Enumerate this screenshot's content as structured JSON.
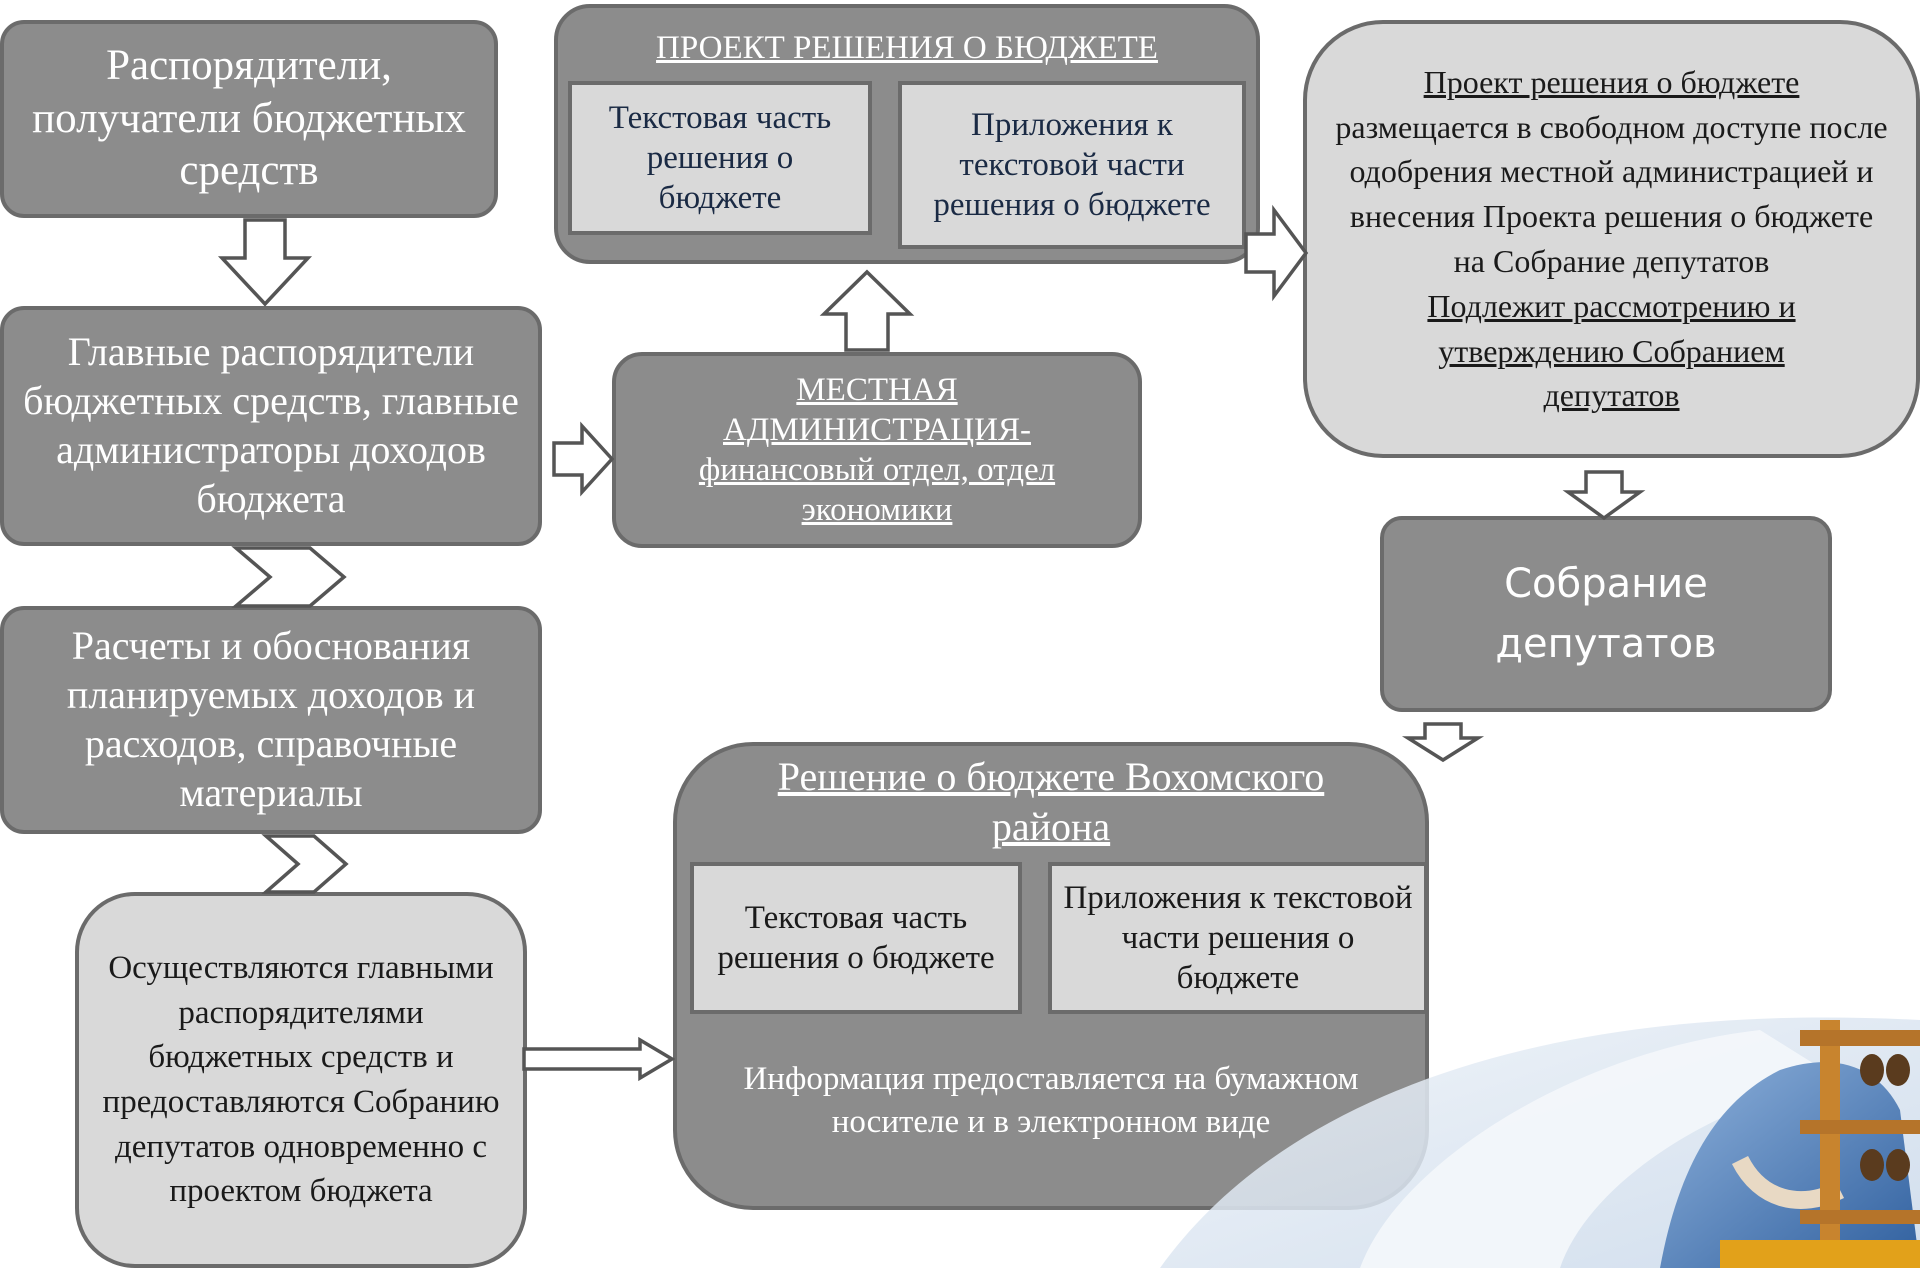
{
  "nodes": {
    "recipients": "Распорядители, получатели бюджетных средств",
    "chief_managers": "Главные распорядители бюджетных средств, главные администраторы доходов бюджета",
    "calculations": "Расчеты и обоснования планируемых доходов и расходов, справочные материалы",
    "carried_out": "Осуществляются главными распорядителями бюджетных средств и предоставляются Собранию депутатов одновременно с проектом бюджета",
    "administration": "МЕСТНАЯ АДМИНИСТРАЦИЯ-финансовый отдел, отдел экономики",
    "draft": {
      "title": "ПРОЕКТ РЕШЕНИЯ О БЮДЖЕТЕ",
      "text_part": "Текстовая часть решения о бюджете",
      "appendices": "Приложения к текстовой части решения о бюджете"
    },
    "publication": {
      "line1": "Проект решения о бюджете",
      "line2": "размещается в свободном доступе после одобрения местной администрацией и внесения Проекта решения о бюджете на Собрание депутатов",
      "line3": "Подлежит рассмотрению и утверждению Собранием депутатов"
    },
    "assembly": "Собрание депутатов",
    "decision": {
      "title": "Решение о бюджете Вохомского района",
      "text_part": "Текстовая часть решения о бюджете",
      "appendices": "Приложения к текстовой части решения о бюджете",
      "info": "Информация предоставляется на бумажном носителе и в электронном виде"
    }
  },
  "colors": {
    "dark_fill": "#8c8c8c",
    "light_fill": "#d9d9d9",
    "border": "#6b6b6b"
  }
}
